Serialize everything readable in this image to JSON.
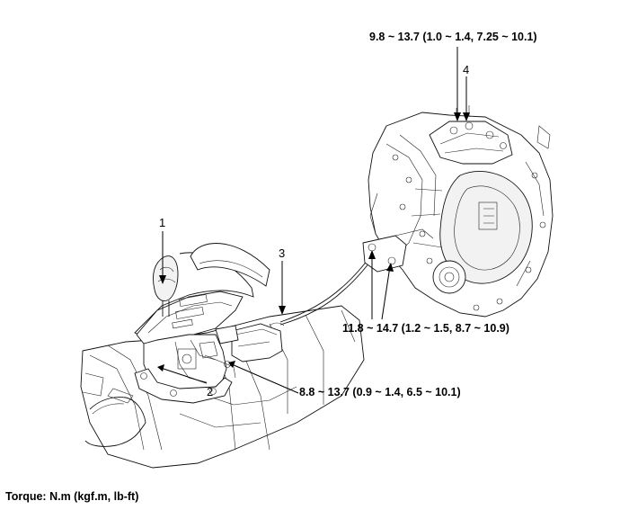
{
  "callouts": {
    "c1": "1",
    "c2": "2",
    "c3": "3",
    "c4": "4"
  },
  "torques": {
    "t_top": "9.8 ~ 13.7 (1.0 ~ 1.4, 7.25 ~ 10.1)",
    "t_right": "11.8 ~ 14.7 (1.2 ~ 1.5, 8.7 ~ 10.9)",
    "t_bottom": "8.8 ~ 13.7 (0.9 ~ 1.4, 6.5 ~ 10.1)"
  },
  "legend": {
    "units": "Torque: N.m (kgf.m, lb-ft)"
  }
}
